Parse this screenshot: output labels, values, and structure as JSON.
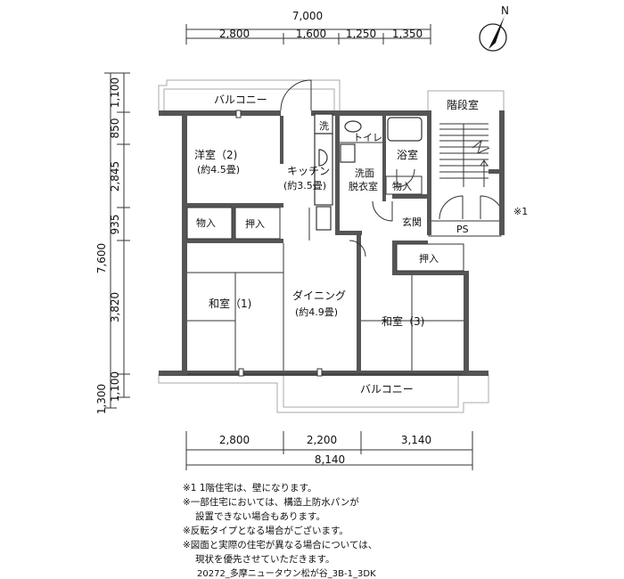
{
  "compass": {
    "label": "N"
  },
  "top_dimensions": {
    "total": "7,000",
    "segments": [
      "2,800",
      "1,600",
      "1,250",
      "1,350"
    ]
  },
  "bottom_dimensions": {
    "segments": [
      "2,800",
      "2,200",
      "3,140"
    ],
    "total": "8,140"
  },
  "left_dimensions": {
    "total": "7,600",
    "segments": [
      "1,100",
      "850",
      "2,845",
      "935",
      "3,820",
      "1,100"
    ],
    "outer_bottom": "1,300"
  },
  "rooms": {
    "balcony_top": "バルコニー",
    "western_room": "洋室（2)",
    "western_room_area": "(約4.5畳)",
    "kitchen": "キッチン",
    "kitchen_area": "(約3.5畳)",
    "laundry": "洗",
    "toilet": "トイレ",
    "washroom_line1": "洗面",
    "washroom_line2": "脱衣室",
    "bathroom": "浴室",
    "storage_wash": "物入",
    "storage_1": "物入",
    "closet_1": "押入",
    "japanese_room_1": "和室（1)",
    "dining": "ダイニング",
    "dining_area": "(約4.9畳)",
    "entrance": "玄関",
    "ps": "PS",
    "stairwell": "階段室",
    "closet_3": "押入",
    "japanese_room_3": "和室（3)",
    "balcony_bottom": "バルコニー",
    "note_marker": "※1"
  },
  "notes": [
    "※1 1階住宅は、壁になります。",
    "※一部住宅においては、構造上防水パンが",
    "設置できない場合もあります。",
    "※反転タイプとなる場合がございます。",
    "※図面と実際の住宅が異なる場合については、",
    "現状を優先させていただきます。"
  ],
  "caption": "20272_多摩ニュータウン松が谷_3B-1_3DK"
}
